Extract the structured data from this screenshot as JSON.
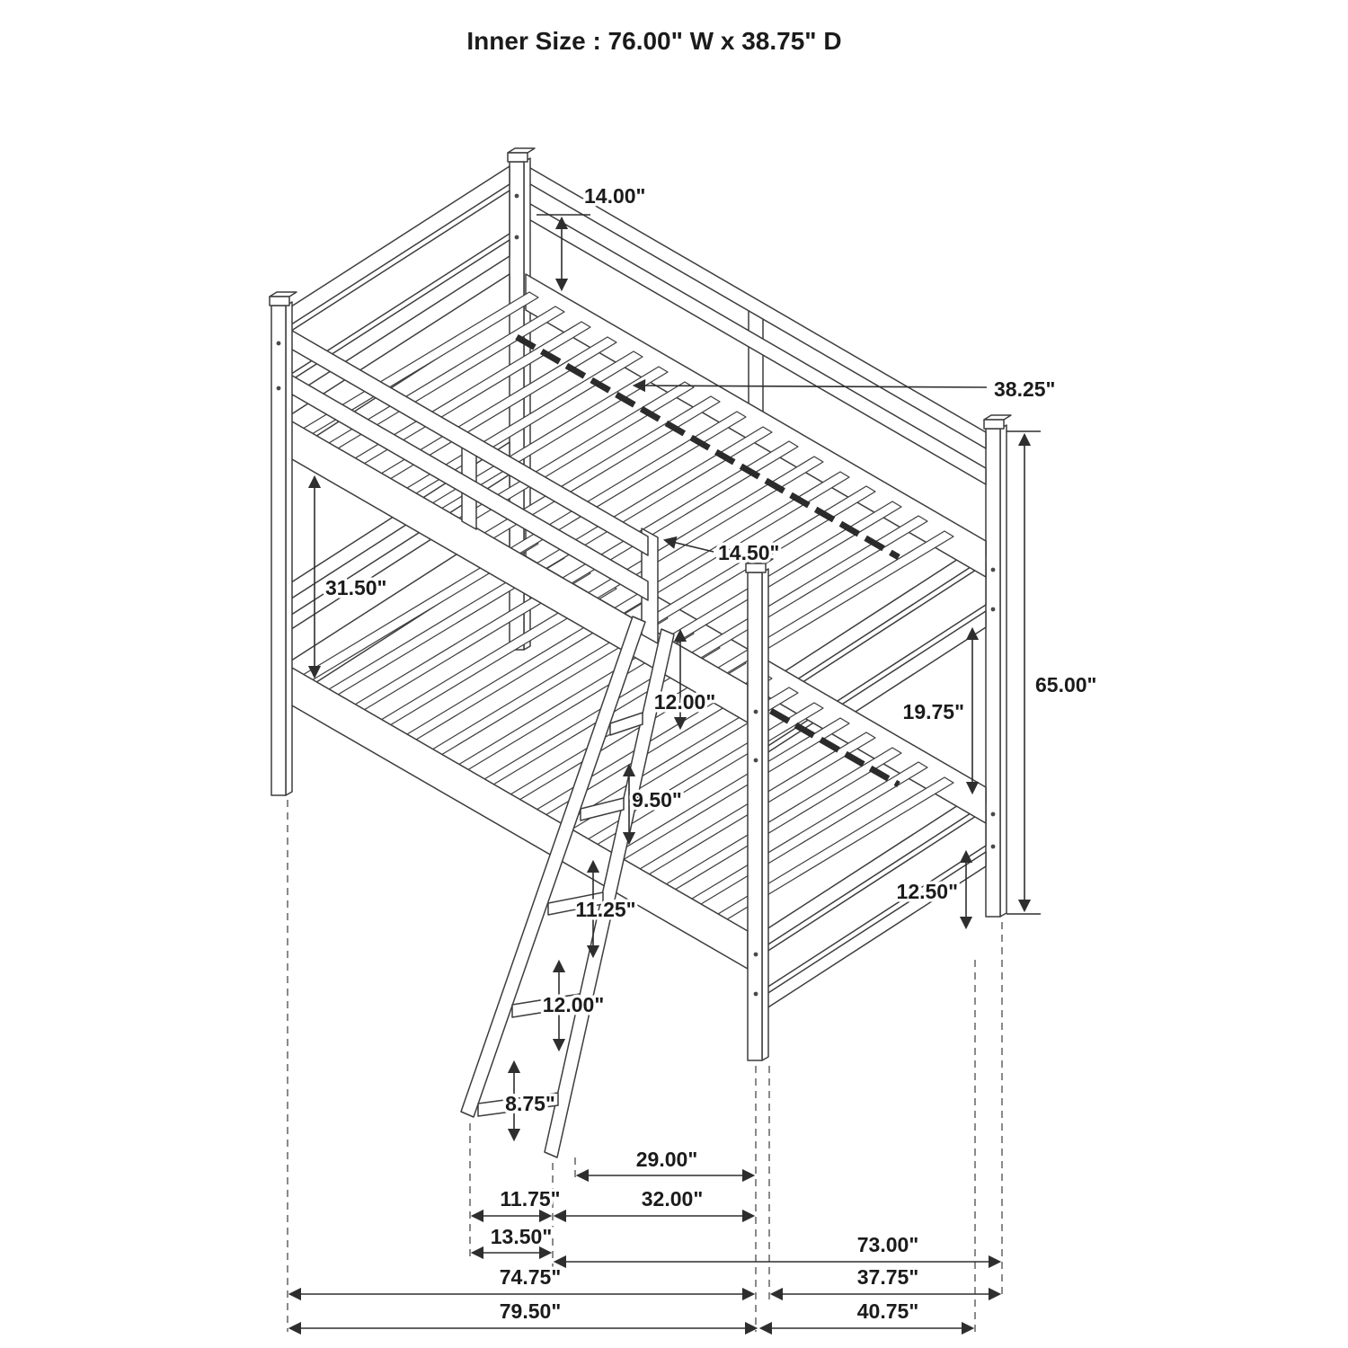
{
  "title": "Inner Size : 76.00\" W x  38.75\" D",
  "subject": "isometric line drawing of a twin-over-twin bunk bed with angled ladder and dimension callouts",
  "colors": {
    "line": "#3d3d3d",
    "label": "#1b1b1b",
    "background": "#ffffff"
  },
  "dims": {
    "d14_00": "14.00\"",
    "d38_25": "38.25\"",
    "d31_50": "31.50\"",
    "d14_50": "14.50\"",
    "d12_00_a": "12.00\"",
    "d19_75": "19.75\"",
    "d65_00": "65.00\"",
    "d9_50": "9.50\"",
    "d11_25": "11.25\"",
    "d12_00_b": "12.00\"",
    "d8_75": "8.75\"",
    "d12_50": "12.50\"",
    "d29_00": "29.00\"",
    "d11_75": "11.75\"",
    "d32_00": "32.00\"",
    "d13_50": "13.50\"",
    "d73_00": "73.00\"",
    "d74_75": "74.75\"",
    "d37_75": "37.75\"",
    "d79_50": "79.50\"",
    "d40_75": "40.75\""
  }
}
